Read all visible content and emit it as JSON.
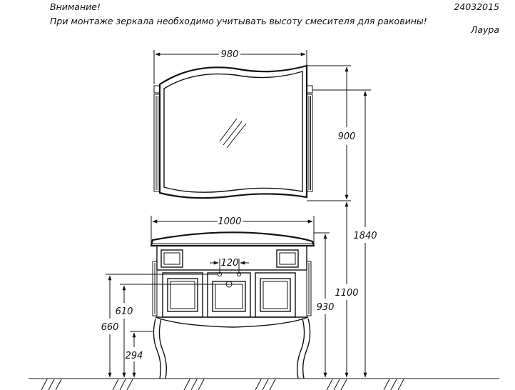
{
  "header": {
    "warning_title": "Внимание!",
    "warning_text": "При монтаже зеркала необходимо учитывать высоту смесителя для раковины!",
    "doc_code": "24032015",
    "model_name": "Лаура"
  },
  "dimensions": {
    "mirror_width": "980",
    "mirror_height": "900",
    "mirror_top_height": "1840",
    "cabinet_width": "1000",
    "faucet_spacing": "120",
    "cabinet_height": "930",
    "mirror_bottom_height": "1100",
    "drain_height": "610",
    "basin_height": "660",
    "shelf_height": "294"
  }
}
